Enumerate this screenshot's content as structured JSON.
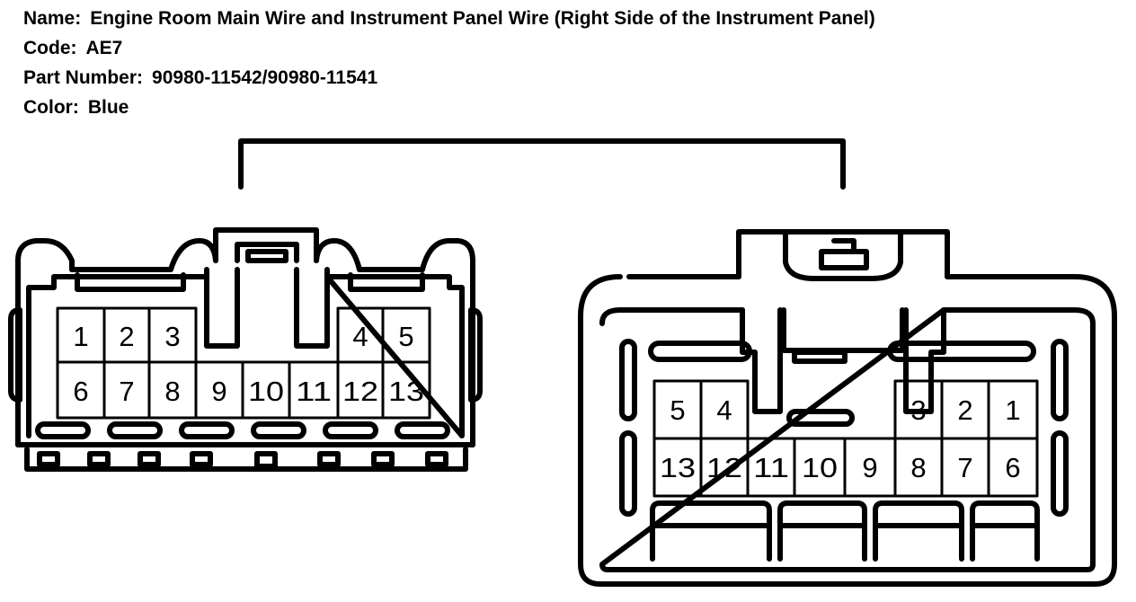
{
  "info": {
    "name_label": "Name:",
    "name_value": "Engine Room Main Wire and Instrument Panel Wire (Right Side of the Instrument Panel)",
    "code_label": "Code:",
    "code_value": "AE7",
    "part_label": "Part Number:",
    "part_value": "90980-11542/90980-11541",
    "color_label": "Color:",
    "color_value": "Blue"
  },
  "left_connector": {
    "row1": [
      "1",
      "2",
      "3",
      "4",
      "5"
    ],
    "row2": [
      "6",
      "7",
      "8",
      "9",
      "10",
      "11",
      "12",
      "13"
    ]
  },
  "right_connector": {
    "row1": [
      "5",
      "4",
      "3",
      "2",
      "1"
    ],
    "row2": [
      "13",
      "12",
      "11",
      "10",
      "9",
      "8",
      "7",
      "6"
    ]
  }
}
